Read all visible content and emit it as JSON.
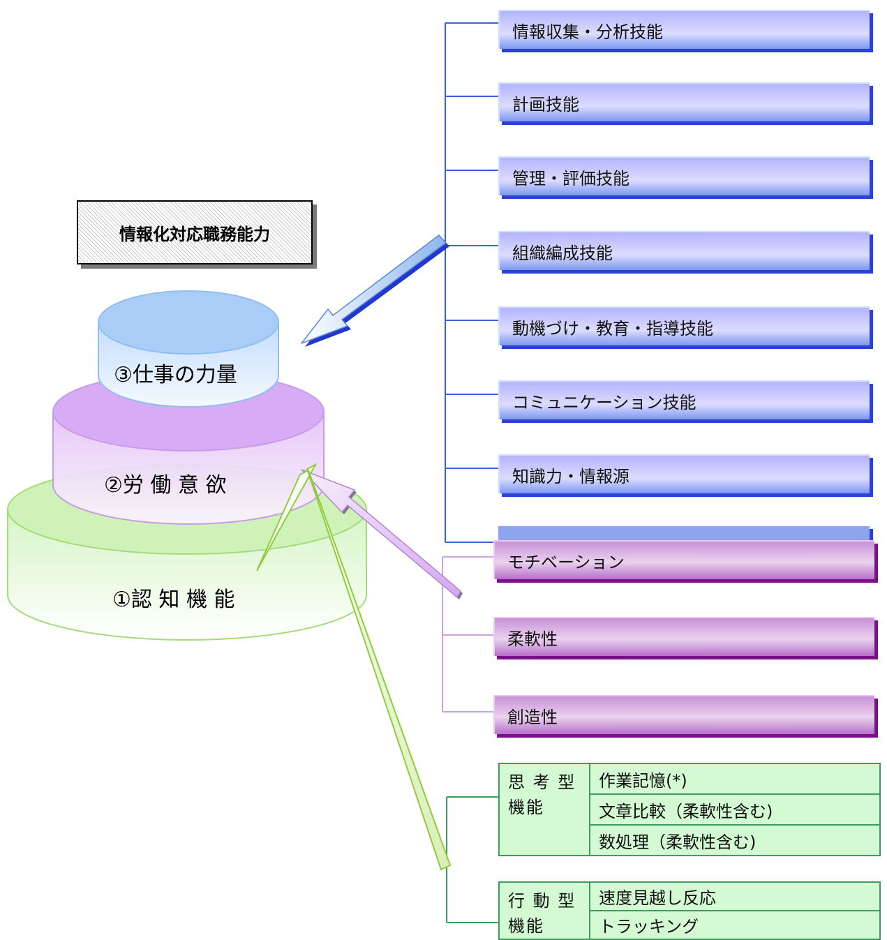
{
  "title": "情報化対応職務能力",
  "pyramid": {
    "top": "③仕事の力量",
    "middle": "②労 働 意 欲",
    "bottom": "①認 知 機 能"
  },
  "work_skills": [
    "情報収集・分析技能",
    "計画技能",
    "管理・評価技能",
    "組織編成技能",
    "動機づけ・教育・指導技能",
    "コミュニケーション技能",
    "知識力・情報源"
  ],
  "motivation": [
    "モチベーション",
    "柔軟性",
    "創造性"
  ],
  "functions": {
    "thinking": {
      "category_line1": "思 考 型",
      "category_line2": "機能",
      "items": [
        "作業記憶(*)",
        "文章比較（柔軟性含む)",
        "数処理（柔軟性含む)"
      ]
    },
    "action": {
      "category_line1": "行 動 型",
      "category_line2": "機能",
      "items": [
        "速度見越し反応",
        "トラッキング"
      ]
    }
  }
}
